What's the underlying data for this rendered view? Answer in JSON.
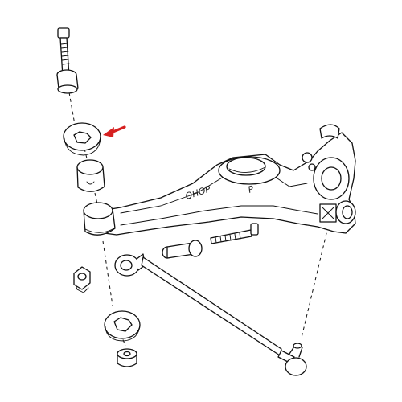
{
  "diagram": {
    "embossed_text": "QHOP",
    "part_mark": "P",
    "highlight_color": "#d62020",
    "line_color": "#111111",
    "highlighted_part": "upper-bushing",
    "arrow_icon": "arrow-left-icon"
  }
}
